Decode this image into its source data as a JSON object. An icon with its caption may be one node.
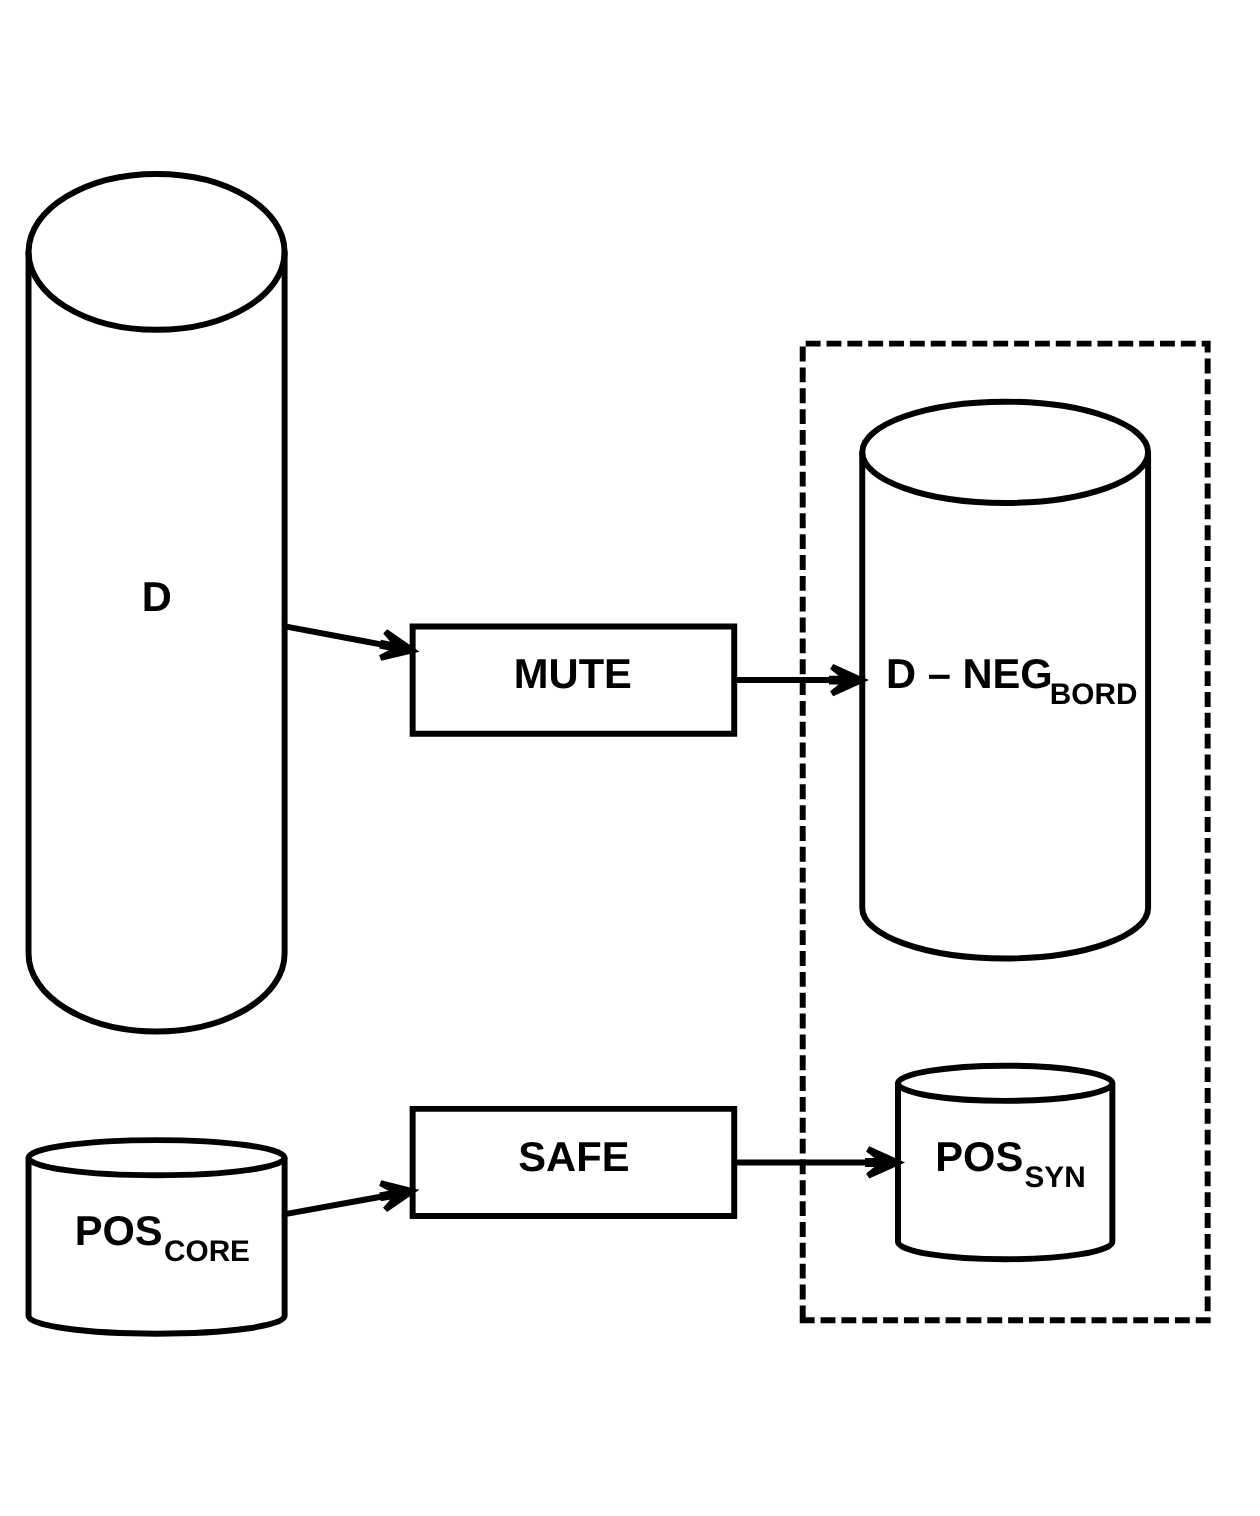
{
  "diagram": {
    "nodes": [
      {
        "text": [
          "D"
        ]
      },
      {
        "text": [
          "MUTE"
        ]
      },
      {
        "text": [],
        "shape": "box"
      },
      {
        "text": [
          "D – NEG$_{BORD}$"
        ],
        "in": 2
      },
      {
        "text": [
          "POS$_{CORE}$"
        ]
      },
      {
        "text": [
          "SAFE"
        ]
      },
      {
        "text": [
          "POS$_{SYN}$"
        ],
        "in": 2
      }
    ],
    "edges": [
      {
        "from": 0,
        "to": 1,
        "arrow": "to"
      },
      {
        "from": 1,
        "to": 3,
        "arrow": "to"
      },
      {
        "from": 4,
        "to": 5,
        "arrow": "to"
      },
      {
        "from": 5,
        "to": 6,
        "arrow": "to"
      }
    ]
  }
}
